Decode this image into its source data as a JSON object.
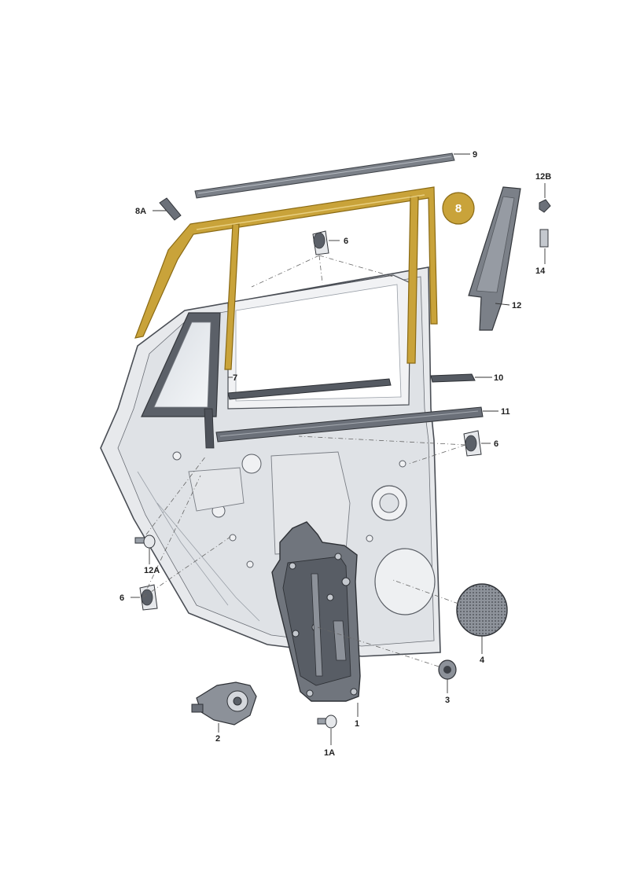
{
  "diagram": {
    "highlighted_part": "8",
    "parts": [
      {
        "id": "p1",
        "label": "1"
      },
      {
        "id": "p1a",
        "label": "1A"
      },
      {
        "id": "p2",
        "label": "2"
      },
      {
        "id": "p3",
        "label": "3"
      },
      {
        "id": "p4",
        "label": "4"
      },
      {
        "id": "p6a",
        "label": "6"
      },
      {
        "id": "p6b",
        "label": "6"
      },
      {
        "id": "p6c",
        "label": "6"
      },
      {
        "id": "p7",
        "label": "7"
      },
      {
        "id": "p8",
        "label": "8"
      },
      {
        "id": "p8a",
        "label": "8A"
      },
      {
        "id": "p9",
        "label": "9"
      },
      {
        "id": "p10",
        "label": "10"
      },
      {
        "id": "p11",
        "label": "11"
      },
      {
        "id": "p12",
        "label": "12"
      },
      {
        "id": "p12a",
        "label": "12A"
      },
      {
        "id": "p12b",
        "label": "12B"
      },
      {
        "id": "p14",
        "label": "14"
      }
    ]
  },
  "colors": {
    "highlight": "#c9a33a",
    "highlight_stroke": "#8a6a14",
    "panel_fill": "#e6e8eb",
    "panel_stroke": "#4a4e55",
    "part_dark": "#6b7079"
  }
}
